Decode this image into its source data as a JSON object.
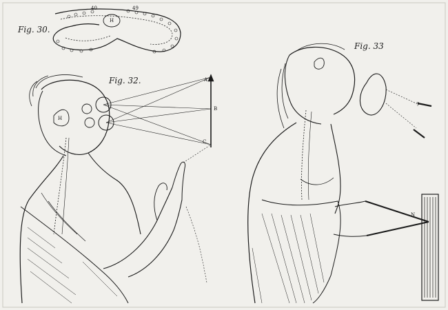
{
  "figures": {
    "fig30": {
      "label": "Fig. 30."
    },
    "fig32": {
      "label": "Fig. 32."
    },
    "fig33": {
      "label": "Fig. 33"
    }
  },
  "markers": {
    "fig30": {
      "top_40": "40",
      "top_49": "49",
      "center_H": "H"
    },
    "fig32": {
      "A": "A",
      "B": "B",
      "C": "C",
      "head_H": "H"
    },
    "fig33": {
      "N": "N",
      "arrow_7": "7"
    }
  },
  "colors": {
    "paper": "#f1f0ec",
    "ink": "#1a1a1a"
  }
}
